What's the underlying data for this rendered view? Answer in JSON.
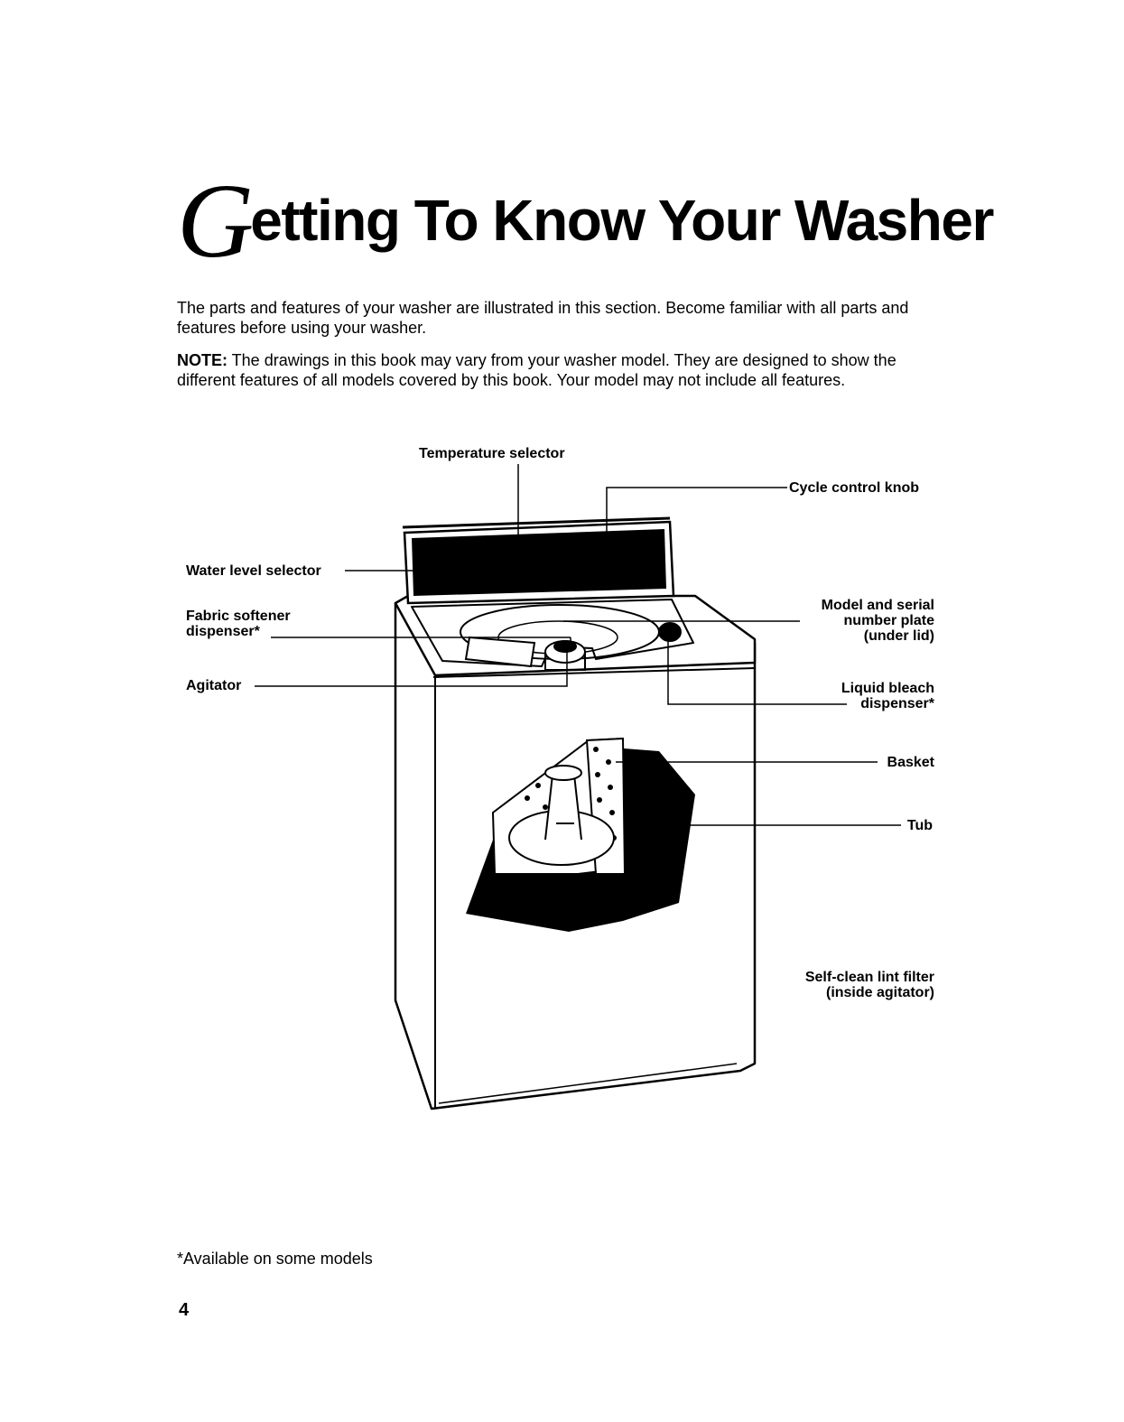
{
  "title": {
    "initial": "G",
    "rest": "etting To Know Your Washer"
  },
  "intro": "The parts and features of your washer are illustrated in this section. Become familiar with all parts and features before using your washer.",
  "note": {
    "label": "NOTE:",
    "text": " The drawings in this book may vary from your washer model. They are designed to show the different features of all models covered by this book. Your model may not include all features."
  },
  "callouts": {
    "temperature_selector": "Temperature selector",
    "cycle_control_knob": "Cycle control knob",
    "water_level_selector": "Water level selector",
    "fabric_softener_line1": "Fabric softener",
    "fabric_softener_line2": "dispenser*",
    "agitator": "Agitator",
    "model_serial_line1": "Model and serial",
    "model_serial_line2": "number plate",
    "model_serial_line3": "(under lid)",
    "liquid_bleach_line1": "Liquid bleach",
    "liquid_bleach_line2": "dispenser*",
    "basket": "Basket",
    "tub": "Tub",
    "lint_filter_line1": "Self-clean lint filter",
    "lint_filter_line2": "(inside agitator)"
  },
  "footnote": "*Available on some models",
  "page_number": "4"
}
